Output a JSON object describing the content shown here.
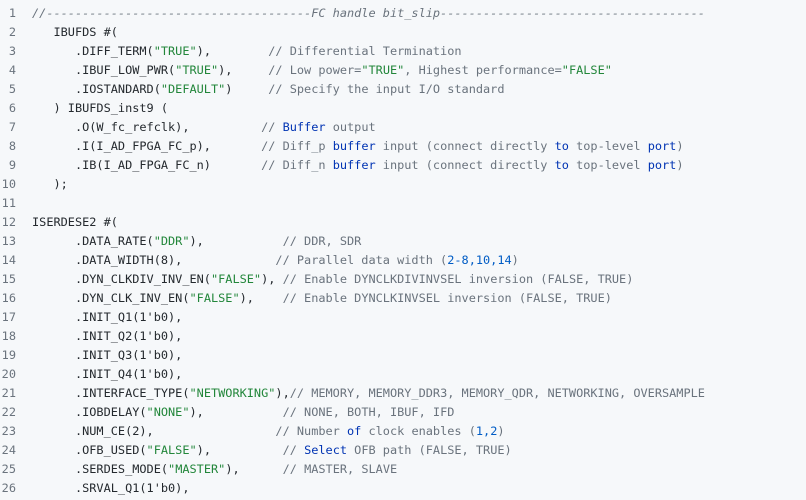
{
  "theme": {
    "background": "#f6f8fa",
    "text": "#24292e",
    "line_number": "#6a737d",
    "string": "#22863a",
    "keyword": "#0033b3",
    "number": "#005cc5",
    "comment": "#6a737d"
  },
  "lines": [
    {
      "n": "1",
      "segments": [
        [
          "cm-h",
          "//-------------------------------------FC handle bit_slip-------------------------------------"
        ]
      ]
    },
    {
      "n": "2",
      "segments": [
        [
          "plain",
          "   IBUFDS #("
        ]
      ]
    },
    {
      "n": "3",
      "segments": [
        [
          "plain",
          "      .DIFF_TERM("
        ],
        [
          "str",
          "\"TRUE\""
        ],
        [
          "plain",
          "),        "
        ],
        [
          "cm",
          "// Differential Termination"
        ]
      ]
    },
    {
      "n": "4",
      "segments": [
        [
          "plain",
          "      .IBUF_LOW_PWR("
        ],
        [
          "str",
          "\"TRUE\""
        ],
        [
          "plain",
          "),     "
        ],
        [
          "cm",
          "// Low power="
        ],
        [
          "str",
          "\"TRUE\""
        ],
        [
          "cm",
          ", Highest performance="
        ],
        [
          "str",
          "\"FALSE\""
        ]
      ]
    },
    {
      "n": "5",
      "segments": [
        [
          "plain",
          "      .IOSTANDARD("
        ],
        [
          "str",
          "\"DEFAULT\""
        ],
        [
          "plain",
          ")     "
        ],
        [
          "cm",
          "// Specify the input I/O standard"
        ]
      ]
    },
    {
      "n": "6",
      "segments": [
        [
          "plain",
          "   ) IBUFDS_inst9 ("
        ]
      ]
    },
    {
      "n": "7",
      "segments": [
        [
          "plain",
          "      .O(W_fc_refclk),          "
        ],
        [
          "cm",
          "// "
        ],
        [
          "kw",
          "Buffer"
        ],
        [
          "cm",
          " output"
        ]
      ]
    },
    {
      "n": "8",
      "segments": [
        [
          "plain",
          "      .I(I_AD_FPGA_FC_p),       "
        ],
        [
          "cm",
          "// Diff_p "
        ],
        [
          "kw",
          "buffer"
        ],
        [
          "cm",
          " input (connect directly "
        ],
        [
          "kw",
          "to"
        ],
        [
          "cm",
          " top-level "
        ],
        [
          "kw",
          "port"
        ],
        [
          "cm",
          ")"
        ]
      ]
    },
    {
      "n": "9",
      "segments": [
        [
          "plain",
          "      .IB(I_AD_FPGA_FC_n)       "
        ],
        [
          "cm",
          "// Diff_n "
        ],
        [
          "kw",
          "buffer"
        ],
        [
          "cm",
          " input (connect directly "
        ],
        [
          "kw",
          "to"
        ],
        [
          "cm",
          " top-level "
        ],
        [
          "kw",
          "port"
        ],
        [
          "cm",
          ")"
        ]
      ]
    },
    {
      "n": "10",
      "segments": [
        [
          "plain",
          "   );"
        ]
      ]
    },
    {
      "n": "11",
      "segments": [
        [
          "plain",
          ""
        ]
      ]
    },
    {
      "n": "12",
      "segments": [
        [
          "plain",
          "ISERDESE2 #("
        ]
      ]
    },
    {
      "n": "13",
      "segments": [
        [
          "plain",
          "      .DATA_RATE("
        ],
        [
          "str",
          "\"DDR\""
        ],
        [
          "plain",
          "),           "
        ],
        [
          "cm",
          "// DDR, SDR"
        ]
      ]
    },
    {
      "n": "14",
      "segments": [
        [
          "plain",
          "      .DATA_WIDTH(8),             "
        ],
        [
          "cm",
          "// Parallel data width ("
        ],
        [
          "num",
          "2-8,10,14"
        ],
        [
          "cm",
          ")"
        ]
      ]
    },
    {
      "n": "15",
      "segments": [
        [
          "plain",
          "      .DYN_CLKDIV_INV_EN("
        ],
        [
          "str",
          "\"FALSE\""
        ],
        [
          "plain",
          "), "
        ],
        [
          "cm",
          "// Enable DYNCLKDIVINVSEL inversion (FALSE, TRUE)"
        ]
      ]
    },
    {
      "n": "16",
      "segments": [
        [
          "plain",
          "      .DYN_CLK_INV_EN("
        ],
        [
          "str",
          "\"FALSE\""
        ],
        [
          "plain",
          "),    "
        ],
        [
          "cm",
          "// Enable DYNCLKINVSEL inversion (FALSE, TRUE)"
        ]
      ]
    },
    {
      "n": "17",
      "segments": [
        [
          "plain",
          "      .INIT_Q1(1'b0),"
        ]
      ]
    },
    {
      "n": "18",
      "segments": [
        [
          "plain",
          "      .INIT_Q2(1'b0),"
        ]
      ]
    },
    {
      "n": "19",
      "segments": [
        [
          "plain",
          "      .INIT_Q3(1'b0),"
        ]
      ]
    },
    {
      "n": "20",
      "segments": [
        [
          "plain",
          "      .INIT_Q4(1'b0),"
        ]
      ]
    },
    {
      "n": "21",
      "segments": [
        [
          "plain",
          "      .INTERFACE_TYPE("
        ],
        [
          "str",
          "\"NETWORKING\""
        ],
        [
          "plain",
          "),"
        ],
        [
          "cm",
          "// MEMORY, MEMORY_DDR3, MEMORY_QDR, NETWORKING, OVERSAMPLE"
        ]
      ]
    },
    {
      "n": "22",
      "segments": [
        [
          "plain",
          "      .IOBDELAY("
        ],
        [
          "str",
          "\"NONE\""
        ],
        [
          "plain",
          "),           "
        ],
        [
          "cm",
          "// NONE, BOTH, IBUF, IFD"
        ]
      ]
    },
    {
      "n": "23",
      "segments": [
        [
          "plain",
          "      .NUM_CE(2),                 "
        ],
        [
          "cm",
          "// Number "
        ],
        [
          "kw",
          "of"
        ],
        [
          "cm",
          " clock enables ("
        ],
        [
          "num",
          "1,2"
        ],
        [
          "cm",
          ")"
        ]
      ]
    },
    {
      "n": "24",
      "segments": [
        [
          "plain",
          "      .OFB_USED("
        ],
        [
          "str",
          "\"FALSE\""
        ],
        [
          "plain",
          "),          "
        ],
        [
          "cm",
          "// "
        ],
        [
          "kw",
          "Select"
        ],
        [
          "cm",
          " OFB path (FALSE, TRUE)"
        ]
      ]
    },
    {
      "n": "25",
      "segments": [
        [
          "plain",
          "      .SERDES_MODE("
        ],
        [
          "str",
          "\"MASTER\""
        ],
        [
          "plain",
          "),      "
        ],
        [
          "cm",
          "// MASTER, SLAVE"
        ]
      ]
    },
    {
      "n": "26",
      "segments": [
        [
          "plain",
          "      .SRVAL_Q1(1'b0),"
        ]
      ]
    }
  ]
}
